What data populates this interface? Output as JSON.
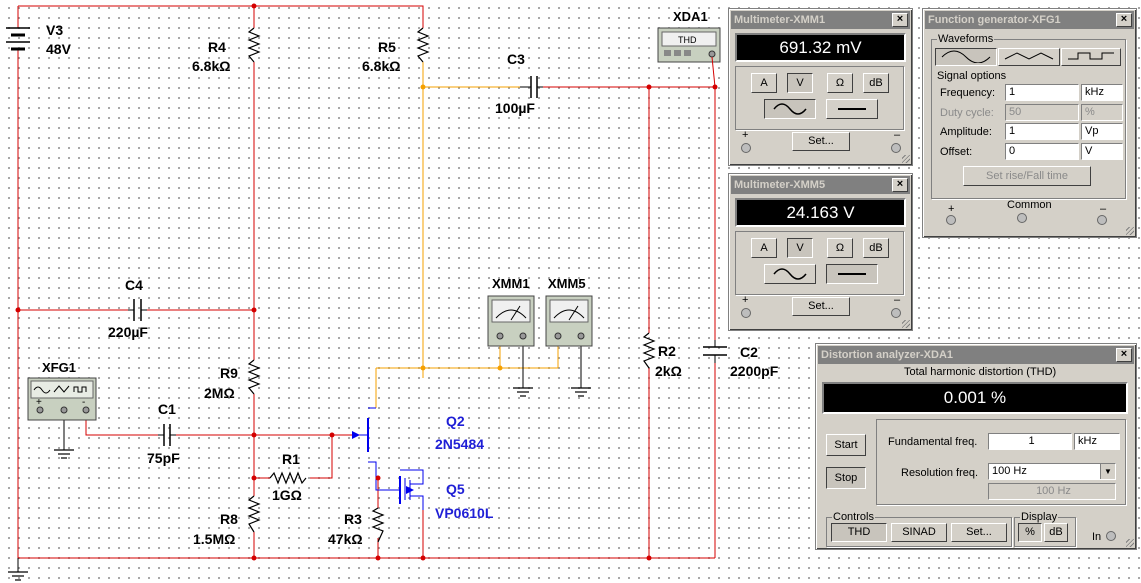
{
  "schematic": {
    "v3": {
      "name": "V3",
      "value": "48V"
    },
    "r4": {
      "name": "R4",
      "value": "6.8kΩ"
    },
    "r5": {
      "name": "R5",
      "value": "6.8kΩ"
    },
    "c3": {
      "name": "C3",
      "value": "100µF"
    },
    "c4": {
      "name": "C4",
      "value": "220µF"
    },
    "r9": {
      "name": "R9",
      "value": "2MΩ"
    },
    "c1": {
      "name": "C1",
      "value": "75pF"
    },
    "r1": {
      "name": "R1",
      "value": "1GΩ"
    },
    "r8": {
      "name": "R8",
      "value": "1.5MΩ"
    },
    "r3": {
      "name": "R3",
      "value": "47kΩ"
    },
    "q2": {
      "name": "Q2",
      "value": "2N5484"
    },
    "q5": {
      "name": "Q5",
      "value": "VP0610L"
    },
    "r2": {
      "name": "R2",
      "value": "2kΩ"
    },
    "c2": {
      "name": "C2",
      "value": "2200pF"
    },
    "xfg1": {
      "name": "XFG1"
    },
    "xmm1": {
      "name": "XMM1"
    },
    "xmm5": {
      "name": "XMM5"
    },
    "xda1": {
      "name": "XDA1",
      "badge": "THD"
    }
  },
  "colors": {
    "wire_red": "#d40000",
    "wire_orange": "#f5a000",
    "wire_blue": "#0000ee",
    "label_blue": "#1f1fd6"
  },
  "multimeter1": {
    "title": "Multimeter-XMM1",
    "reading": "691.32 mV",
    "buttons": [
      "A",
      "V",
      "Ω",
      "dB"
    ],
    "set_label": "Set...",
    "plus": "+",
    "minus": "–"
  },
  "multimeter5": {
    "title": "Multimeter-XMM5",
    "reading": "24.163 V",
    "buttons": [
      "A",
      "V",
      "Ω",
      "dB"
    ],
    "set_label": "Set...",
    "plus": "+",
    "minus": "–"
  },
  "function_generator": {
    "title": "Function generator-XFG1",
    "waveforms_label": "Waveforms",
    "signal_options_label": "Signal options",
    "frequency": {
      "label": "Frequency:",
      "value": "1",
      "unit": "kHz"
    },
    "duty_cycle": {
      "label": "Duty cycle:",
      "value": "50",
      "unit": "%"
    },
    "amplitude": {
      "label": "Amplitude:",
      "value": "1",
      "unit": "Vp"
    },
    "offset": {
      "label": "Offset:",
      "value": "0",
      "unit": "V"
    },
    "rise_fall_label": "Set rise/Fall time",
    "plus": "+",
    "common": "Common",
    "minus": "–"
  },
  "distortion_analyzer": {
    "title": "Distortion analyzer-XDA1",
    "heading": "Total harmonic distortion (THD)",
    "reading": "0.001 %",
    "start_label": "Start",
    "stop_label": "Stop",
    "fundamental": {
      "label": "Fundamental freq.",
      "value": "1",
      "unit": "kHz"
    },
    "resolution": {
      "label": "Resolution freq.",
      "selected": "100 Hz",
      "readout": "100 Hz"
    },
    "controls_label": "Controls",
    "thd_label": "THD",
    "sinad_label": "SINAD",
    "set_label": "Set...",
    "display_label": "Display",
    "percent_label": "%",
    "db_label": "dB",
    "in_label": "In"
  }
}
